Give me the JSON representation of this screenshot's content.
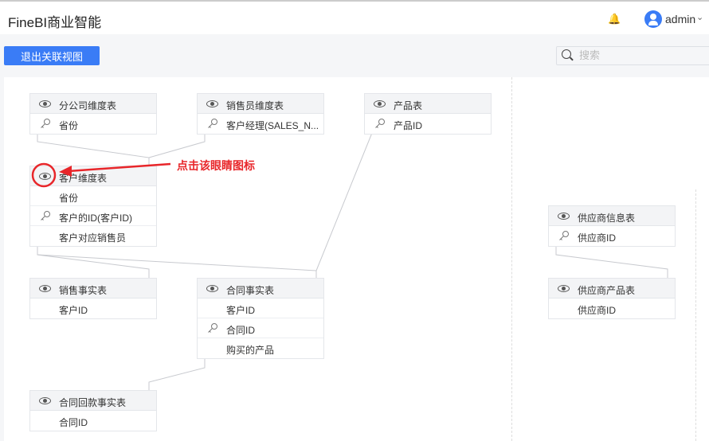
{
  "header": {
    "title": "FineBI商业智能",
    "user": "admin",
    "icons": [
      "bell-icon",
      "avatar-icon",
      "chevron-down-icon"
    ]
  },
  "toolbar": {
    "exit_label": "退出关联视图",
    "search_placeholder": "搜索"
  },
  "annotation": "点击该眼睛图标",
  "accent": "#3a7cf6",
  "annotation_color": "#e8262a",
  "tables": [
    {
      "name": "分公司维度表",
      "fields": [
        {
          "label": "省份",
          "key": true
        }
      ]
    },
    {
      "name": "销售员维度表",
      "fields": [
        {
          "label": "客户经理(SALES_N...",
          "key": true
        }
      ]
    },
    {
      "name": "产品表",
      "fields": [
        {
          "label": "产品ID",
          "key": true
        }
      ]
    },
    {
      "name": "客户维度表",
      "fields": [
        {
          "label": "省份",
          "key": false
        },
        {
          "label": "客户的ID(客户ID)",
          "key": true
        },
        {
          "label": "客户对应销售员",
          "key": false
        }
      ]
    },
    {
      "name": "销售事实表",
      "fields": [
        {
          "label": "客户ID",
          "key": false
        }
      ]
    },
    {
      "name": "合同事实表",
      "fields": [
        {
          "label": "客户ID",
          "key": false
        },
        {
          "label": "合同ID",
          "key": true
        },
        {
          "label": "购买的产品",
          "key": false
        }
      ]
    },
    {
      "name": "合同回款事实表",
      "fields": [
        {
          "label": "合同ID",
          "key": false
        }
      ]
    },
    {
      "name": "供应商信息表",
      "fields": [
        {
          "label": "供应商ID",
          "key": true
        }
      ]
    },
    {
      "name": "供应商产品表",
      "fields": [
        {
          "label": "供应商ID",
          "key": false
        }
      ]
    }
  ]
}
